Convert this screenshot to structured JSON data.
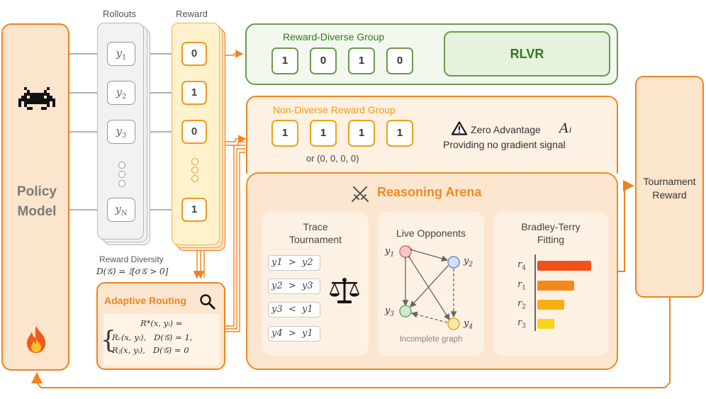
{
  "headers": {
    "rollouts": "Rollouts",
    "reward": "Reward"
  },
  "policy": {
    "label_line1": "Policy",
    "label_line2": "Model"
  },
  "rollouts": [
    "y1",
    "y2",
    "y3",
    "yN"
  ],
  "rewards": [
    "0",
    "1",
    "0",
    "1"
  ],
  "diversity": {
    "caption": "Reward Diversity",
    "formula": "D(𝒢) = 𝕀[σ𝒢 > 0]"
  },
  "routing": {
    "title": "Adaptive Routing",
    "line1": "R*(x, yᵢ) =",
    "line2": "Rᵥ(x, yᵢ),   D(𝒢) = 1,",
    "line3": "Rⱼ(x, yᵢ),   D(𝒢) = 0"
  },
  "diverse_group": {
    "title": "Reward-Diverse Group",
    "values": [
      "1",
      "0",
      "1",
      "0"
    ],
    "target": "RLVR"
  },
  "nondiverse_group": {
    "title": "Non-Diverse Reward Group",
    "values": [
      "1",
      "1",
      "1",
      "1"
    ],
    "alt": "or (0, 0, 0, 0)",
    "warning_line1": "Zero Advantage",
    "warning_symbol": "Aᵢ",
    "warning_line2": "Providing no gradient signal"
  },
  "arena": {
    "title": "Reasoning Arena",
    "trace": {
      "title_line1": "Trace",
      "title_line2": "Tournament",
      "pairs": [
        "y1  >  y2",
        "y2  >  y3",
        "y3  <  y1",
        "y4  >  y1"
      ]
    },
    "live": {
      "title": "Live Opponents",
      "nodes": [
        "y1",
        "y2",
        "y3",
        "y4"
      ],
      "caption": "Incomplete graph"
    },
    "bt": {
      "title_line1": "Bradley-Terry",
      "title_line2": "Fitting",
      "labels": [
        "r4",
        "r1",
        "r2",
        "r3"
      ],
      "scores": [
        1.0,
        0.68,
        0.5,
        0.32
      ]
    }
  },
  "tournament": {
    "label_line1": "Tournament",
    "label_line2": "Reward"
  },
  "colors": {
    "orange": "#f0821f",
    "green": "#6a9a52",
    "dark_green": "#2f7a1f",
    "arena_orange": "#f08a24"
  }
}
